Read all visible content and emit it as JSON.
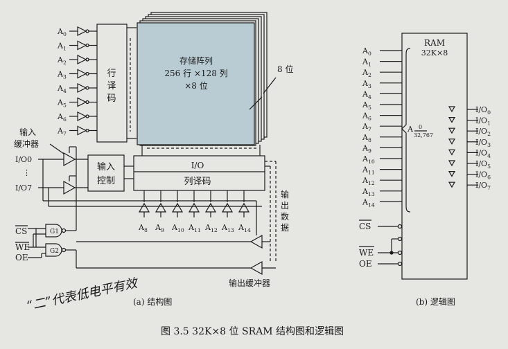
{
  "figure_caption": "图 3.5    32K×8 位 SRAM 结构图和逻辑图",
  "structure": {
    "address_inputs_row": [
      "A0",
      "A1",
      "A2",
      "A3",
      "A4",
      "A5",
      "A6",
      "A7"
    ],
    "row_decoder_label": [
      "行",
      "译",
      "码"
    ],
    "memory_array_label": [
      "存储阵列",
      "256 行 ×128 列",
      "×8 位"
    ],
    "depth_label": "8 位",
    "input_buffer_label": [
      "输入",
      "缓冲器"
    ],
    "io_lines": [
      "I/O0",
      "⋮",
      "I/O7"
    ],
    "input_control_label": [
      "输入",
      "控制"
    ],
    "io_label": "I/O",
    "column_decoder_label": "列译码",
    "address_inputs_col": [
      "A8",
      "A9",
      "A10",
      "A11",
      "A12",
      "A13",
      "A14"
    ],
    "output_data_label": [
      "输",
      "出",
      "数",
      "据"
    ],
    "output_buffer_label": "输出缓冲器",
    "control_signals": [
      "CS",
      "WE",
      "OE"
    ],
    "gates": [
      "G1",
      "G2"
    ],
    "subcaption": "(a) 结构图"
  },
  "logic": {
    "title": [
      "RAM",
      "32K×8"
    ],
    "address_pins": [
      "A0",
      "A1",
      "A2",
      "A3",
      "A4",
      "A5",
      "A6",
      "A7",
      "A8",
      "A9",
      "A10",
      "A11",
      "A12",
      "A13",
      "A14"
    ],
    "address_bus": "A",
    "range_top": "0",
    "range_bottom": "32,767",
    "outputs": [
      "I/O0",
      "I/O1",
      "I/O2",
      "I/O3",
      "I/O4",
      "I/O5",
      "I/O6",
      "I/O7"
    ],
    "control_pins": [
      "CS",
      "WE",
      "OE"
    ],
    "subcaption": "(b) 逻辑图"
  },
  "handwriting": "“二”代表低电平有效"
}
